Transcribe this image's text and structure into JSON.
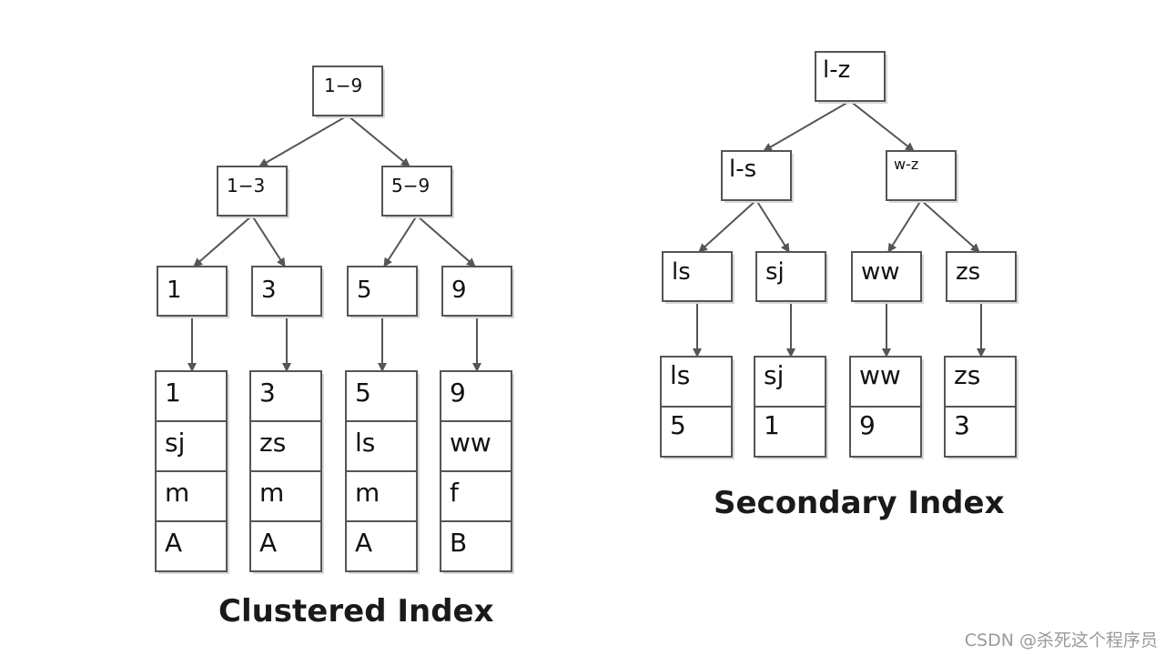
{
  "clustered": {
    "caption": "Clustered Index",
    "root": "1−9",
    "internal": [
      "1−3",
      "5−9"
    ],
    "leaf_keys": [
      "1",
      "3",
      "5",
      "9"
    ],
    "rows": [
      [
        "1",
        "sj",
        "m",
        "A"
      ],
      [
        "3",
        "zs",
        "m",
        "A"
      ],
      [
        "5",
        "ls",
        "m",
        "A"
      ],
      [
        "9",
        "ww",
        "f",
        "B"
      ]
    ]
  },
  "secondary": {
    "caption": "Secondary Index",
    "root": "l-z",
    "internal": [
      "l-s",
      "w-z"
    ],
    "leaf_keys": [
      "ls",
      "sj",
      "ww",
      "zs"
    ],
    "entries": [
      [
        "ls",
        "5"
      ],
      [
        "sj",
        "1"
      ],
      [
        "ww",
        "9"
      ],
      [
        "zs",
        "3"
      ]
    ]
  },
  "watermark": "CSDN @杀死这个程序员",
  "colors": {
    "box_stroke": "#555555",
    "arrow": "#555555",
    "text": "#111111"
  }
}
